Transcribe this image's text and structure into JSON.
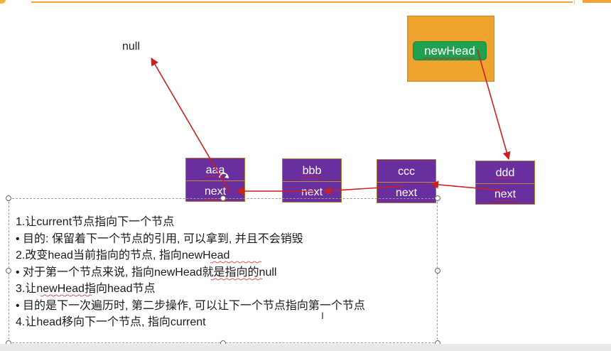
{
  "null_label": "null",
  "new_head": {
    "label": "newHead"
  },
  "nodes": [
    {
      "value": "aaa",
      "next": "next"
    },
    {
      "value": "bbb",
      "next": "next"
    },
    {
      "value": "ccc",
      "next": "next"
    },
    {
      "value": "ddd",
      "next": "next"
    }
  ],
  "steps": [
    "1.让current节点指向下一个节点",
    "•   目的: 保留着下一个节点的引用, 可以拿到, 并且不会销毁",
    "2.改变head当前指向的节点, 指向newHead",
    "•   对于第一个节点来说, 指向newHead就是指向的null",
    "3.让newHead指向head节点",
    "•   目的是下一次遍历时, 第二步操作, 可以让下一个节点指向第一个节点",
    "4.让head移向下一个节点, 指向current"
  ],
  "colors": {
    "node_fill": "#6a2f9f",
    "newhead_box": "#f0a22f",
    "newhead_pill": "#1fa14f",
    "arrow": "#cc1f1f"
  }
}
